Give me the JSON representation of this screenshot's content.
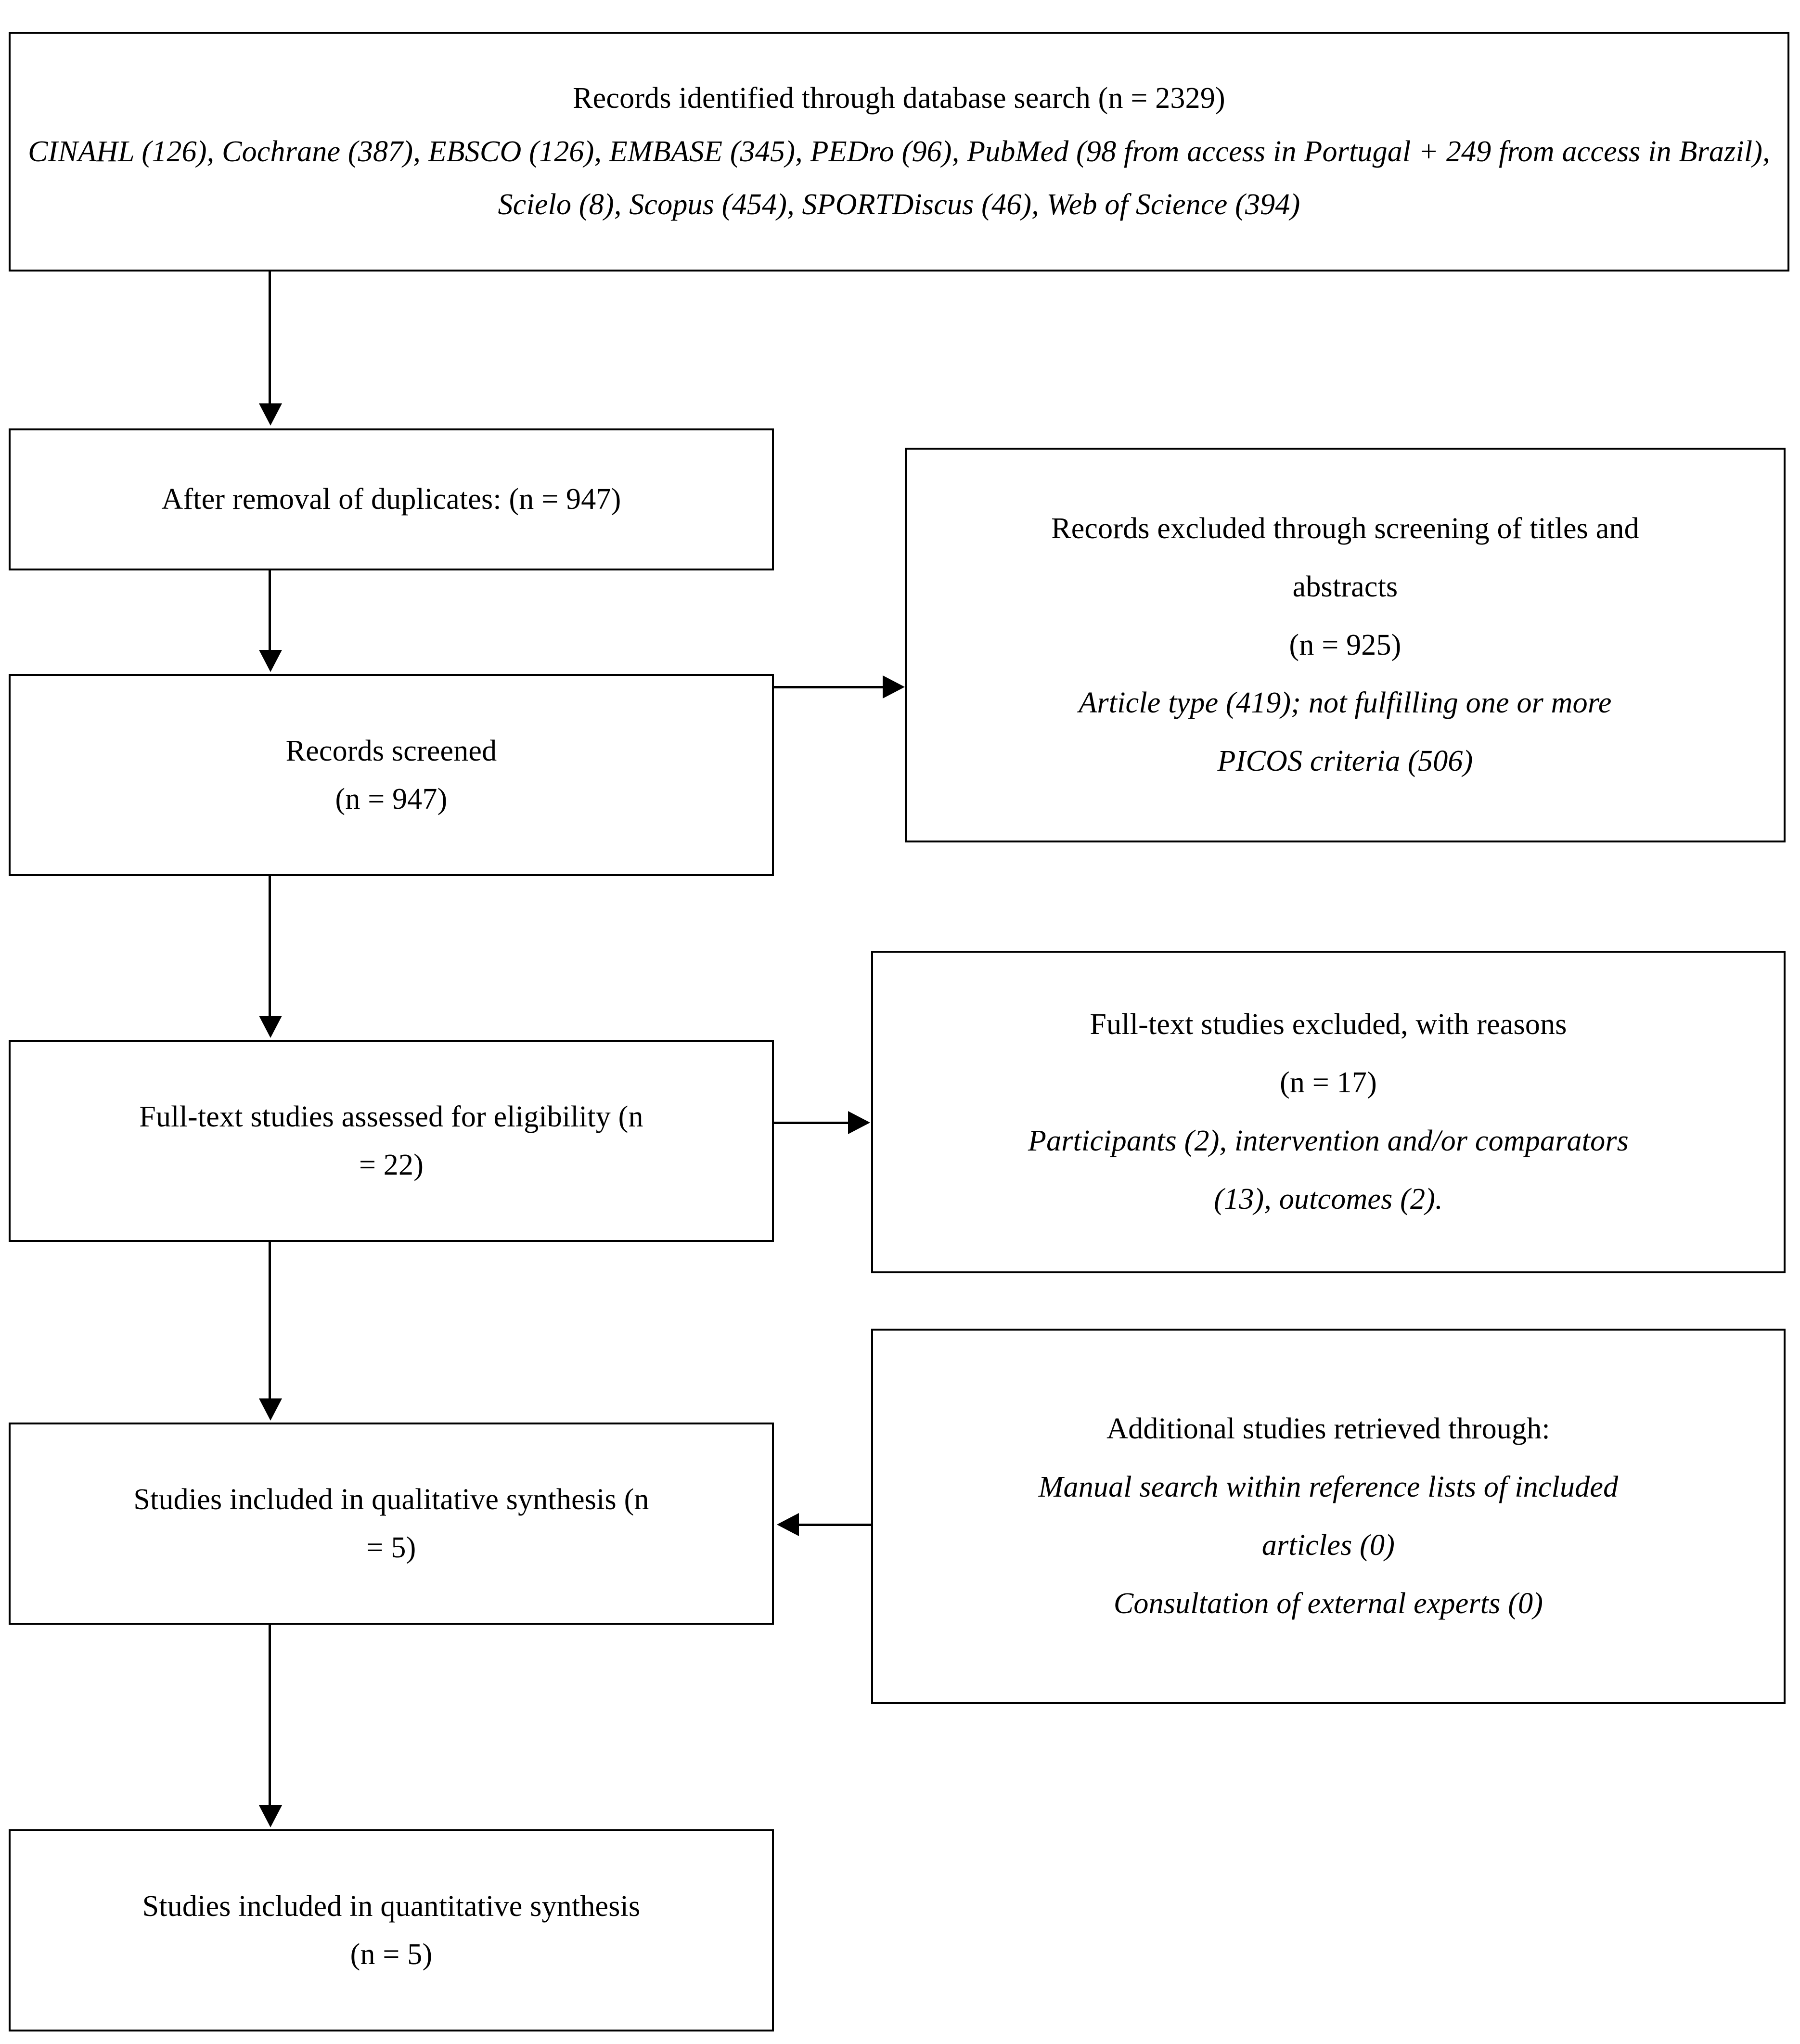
{
  "diagram": {
    "title": "PRISMA flow diagram",
    "type": "flowchart"
  },
  "nodes": {
    "identified": {
      "name": "records-identified",
      "lines": [
        "Records identified through database search (n = 2329)",
        "CINAHL (126), Cochrane (387), EBSCO (126), EMBASE (345), PEDro (96), PubMed (98 from access in Portugal + 249 from access in Brazil), Scielo (8), Scopus (454), SPORTDiscus (46), Web of Science (394)"
      ],
      "heading": "Records identified through database search (n = 2329)",
      "sources_text": "CINAHL (126), Cochrane (387), EBSCO (126), EMBASE (345), PEDro (96), PubMed (98 from access in Portugal + 249 from access in Brazil), Scielo (8), Scopus (454), SPORTDiscus (46), Web of Science (394)",
      "total": 2329,
      "sources": [
        {
          "database": "CINAHL",
          "count": 126
        },
        {
          "database": "Cochrane",
          "count": 387
        },
        {
          "database": "EBSCO",
          "count": 126
        },
        {
          "database": "EMBASE",
          "count": 345
        },
        {
          "database": "PEDro",
          "count": 96
        },
        {
          "database": "PubMed (98 from access in Portugal + 249 from access in Brazil)",
          "count": 347
        },
        {
          "database": "Scielo",
          "count": 8
        },
        {
          "database": "Scopus",
          "count": 454
        },
        {
          "database": "SPORTDiscus",
          "count": 46
        },
        {
          "database": "Web of Science",
          "count": 394
        }
      ]
    },
    "duplicates": {
      "name": "after-removal-of-duplicates",
      "line1": "After removal of duplicates: (n = 947)",
      "n": 947
    },
    "screened": {
      "name": "records-screened",
      "line1": "Records screened",
      "line2": "(n = 947)",
      "n": 947
    },
    "excluded_screening": {
      "name": "records-excluded-screening",
      "line1": "Records excluded through screening of titles and",
      "line2": "abstracts",
      "line3": "(n = 925)",
      "line4": "Article type (419); not fulfilling one or more",
      "line5": "PICOS criteria (506)",
      "n": 925,
      "reasons": [
        {
          "reason": "Article type",
          "count": 419
        },
        {
          "reason": "not fulfilling one or more PICOS criteria",
          "count": 506
        }
      ]
    },
    "fulltext": {
      "name": "full-text-assessed",
      "line1": "Full-text studies assessed for eligibility (n",
      "line2": "= 22)",
      "text": "Full-text studies assessed for eligibility (n = 22)",
      "n": 22
    },
    "excluded_fulltext": {
      "name": "full-text-excluded",
      "line1": "Full-text studies excluded, with reasons",
      "line2": "(n = 17)",
      "line3": "Participants (2), intervention and/or comparators",
      "line4": "(13), outcomes (2).",
      "n": 17,
      "reasons": [
        {
          "reason": "Participants",
          "count": 2
        },
        {
          "reason": "intervention and/or comparators",
          "count": 13
        },
        {
          "reason": "outcomes",
          "count": 2
        }
      ]
    },
    "additional": {
      "name": "additional-studies-retrieved",
      "line1": "Additional studies retrieved through:",
      "line2": "Manual search within reference lists of included",
      "line3": "articles (0)",
      "line4": "Consultation of external experts (0)",
      "sources": [
        {
          "source": "Manual search within reference lists of included articles",
          "count": 0
        },
        {
          "source": "Consultation of external experts",
          "count": 0
        }
      ]
    },
    "qualitative": {
      "name": "included-qualitative-synthesis",
      "line1": "Studies included in qualitative synthesis (n",
      "line2": "= 5)",
      "text": "Studies included in qualitative synthesis (n = 5)",
      "n": 5
    },
    "quantitative": {
      "name": "included-quantitative-synthesis",
      "line1": "Studies included in quantitative synthesis",
      "line2": "(n = 5)",
      "n": 5
    }
  },
  "colors": {
    "background": "#ffffff",
    "text": "#000000",
    "border": "#000000"
  }
}
